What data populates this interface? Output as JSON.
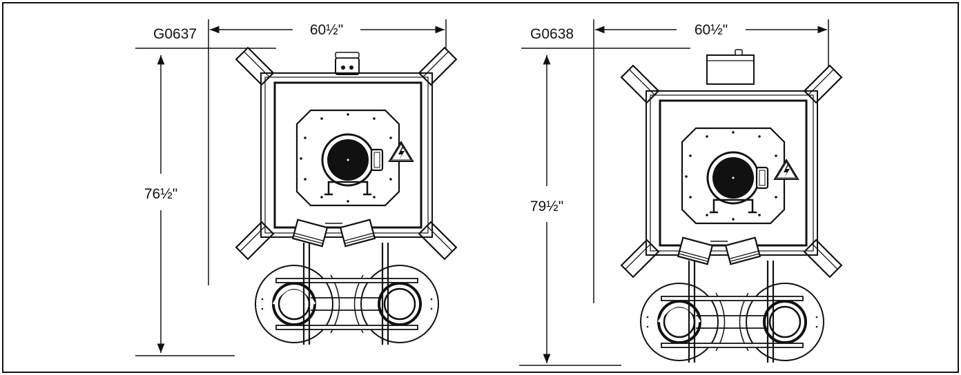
{
  "figures": [
    {
      "model": "G0637",
      "width_label": "60½\"",
      "height_label": "76½\""
    },
    {
      "model": "G0638",
      "width_label": "60½\"",
      "height_label": "79½\""
    }
  ],
  "colors": {
    "ink": "#111111",
    "background": "#ffffff"
  },
  "icons": [
    "electrical-warning-icon",
    "motor-icon",
    "dust-bag-ring-icon"
  ]
}
